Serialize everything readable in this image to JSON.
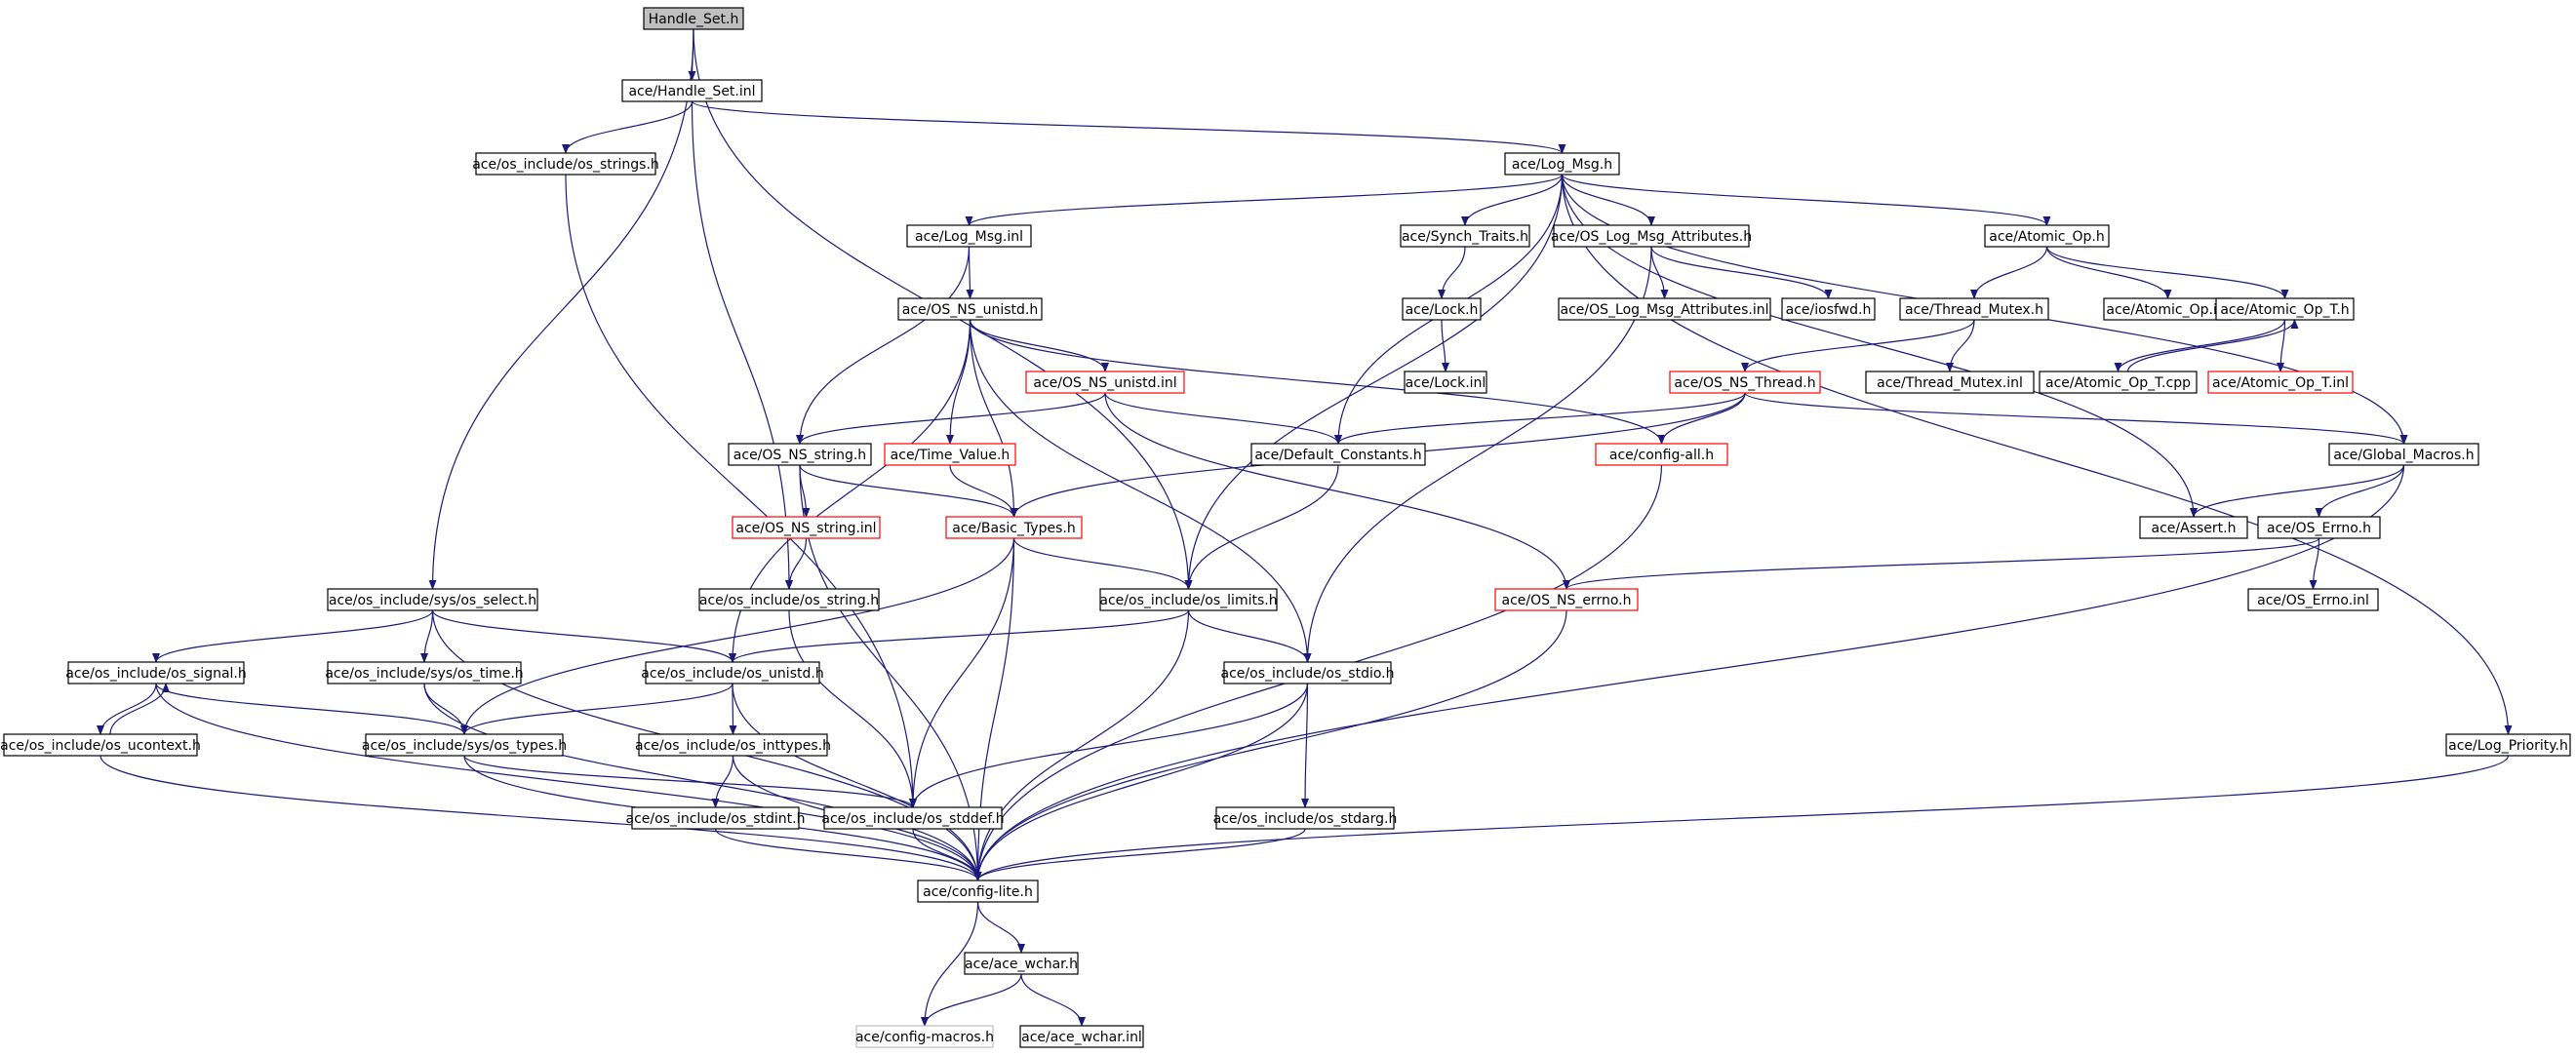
{
  "nodes": [
    {
      "id": "handle_set_h",
      "label": "Handle_Set.h",
      "style": "root"
    },
    {
      "id": "handle_set_inl",
      "label": "ace/Handle_Set.inl",
      "style": "normal"
    },
    {
      "id": "os_strings_h",
      "label": "ace/os_include/os_strings.h",
      "style": "normal"
    },
    {
      "id": "log_msg_h",
      "label": "ace/Log_Msg.h",
      "style": "normal"
    },
    {
      "id": "log_msg_inl",
      "label": "ace/Log_Msg.inl",
      "style": "normal"
    },
    {
      "id": "synch_traits_h",
      "label": "ace/Synch_Traits.h",
      "style": "normal"
    },
    {
      "id": "os_log_msg_attributes_h",
      "label": "ace/OS_Log_Msg_Attributes.h",
      "style": "normal"
    },
    {
      "id": "atomic_op_h",
      "label": "ace/Atomic_Op.h",
      "style": "normal"
    },
    {
      "id": "os_ns_unistd_h",
      "label": "ace/OS_NS_unistd.h",
      "style": "normal"
    },
    {
      "id": "lock_h",
      "label": "ace/Lock.h",
      "style": "normal"
    },
    {
      "id": "os_log_msg_attributes_inl",
      "label": "ace/OS_Log_Msg_Attributes.inl",
      "style": "normal"
    },
    {
      "id": "iosfwd_h",
      "label": "ace/iosfwd.h",
      "style": "normal"
    },
    {
      "id": "thread_mutex_h",
      "label": "ace/Thread_Mutex.h",
      "style": "normal"
    },
    {
      "id": "atomic_op_inl",
      "label": "ace/Atomic_Op.inl",
      "style": "normal"
    },
    {
      "id": "atomic_op_t_h",
      "label": "ace/Atomic_Op_T.h",
      "style": "normal"
    },
    {
      "id": "os_ns_unistd_inl",
      "label": "ace/OS_NS_unistd.inl",
      "style": "red"
    },
    {
      "id": "lock_inl",
      "label": "ace/Lock.inl",
      "style": "normal"
    },
    {
      "id": "os_ns_thread_h",
      "label": "ace/OS_NS_Thread.h",
      "style": "red"
    },
    {
      "id": "thread_mutex_inl",
      "label": "ace/Thread_Mutex.inl",
      "style": "normal"
    },
    {
      "id": "atomic_op_t_cpp",
      "label": "ace/Atomic_Op_T.cpp",
      "style": "normal"
    },
    {
      "id": "atomic_op_t_inl",
      "label": "ace/Atomic_Op_T.inl",
      "style": "red"
    },
    {
      "id": "os_ns_string_h",
      "label": "ace/OS_NS_string.h",
      "style": "normal"
    },
    {
      "id": "time_value_h",
      "label": "ace/Time_Value.h",
      "style": "red"
    },
    {
      "id": "default_constants_h",
      "label": "ace/Default_Constants.h",
      "style": "normal"
    },
    {
      "id": "config_all_h",
      "label": "ace/config-all.h",
      "style": "red"
    },
    {
      "id": "global_macros_h",
      "label": "ace/Global_Macros.h",
      "style": "normal"
    },
    {
      "id": "os_ns_string_inl",
      "label": "ace/OS_NS_string.inl",
      "style": "red"
    },
    {
      "id": "basic_types_h",
      "label": "ace/Basic_Types.h",
      "style": "red"
    },
    {
      "id": "assert_h",
      "label": "ace/Assert.h",
      "style": "normal"
    },
    {
      "id": "os_errno_h",
      "label": "ace/OS_Errno.h",
      "style": "normal"
    },
    {
      "id": "os_select_h",
      "label": "ace/os_include/sys/os_select.h",
      "style": "normal"
    },
    {
      "id": "os_string_h",
      "label": "ace/os_include/os_string.h",
      "style": "normal"
    },
    {
      "id": "os_limits_h",
      "label": "ace/os_include/os_limits.h",
      "style": "normal"
    },
    {
      "id": "os_ns_errno_h",
      "label": "ace/OS_NS_errno.h",
      "style": "red"
    },
    {
      "id": "os_errno_inl",
      "label": "ace/OS_Errno.inl",
      "style": "normal"
    },
    {
      "id": "os_signal_h",
      "label": "ace/os_include/os_signal.h",
      "style": "normal"
    },
    {
      "id": "os_time_h",
      "label": "ace/os_include/sys/os_time.h",
      "style": "normal"
    },
    {
      "id": "os_unistd_h",
      "label": "ace/os_include/os_unistd.h",
      "style": "normal"
    },
    {
      "id": "os_stdio_h",
      "label": "ace/os_include/os_stdio.h",
      "style": "normal"
    },
    {
      "id": "os_ucontext_h",
      "label": "ace/os_include/os_ucontext.h",
      "style": "normal"
    },
    {
      "id": "os_types_h",
      "label": "ace/os_include/sys/os_types.h",
      "style": "normal"
    },
    {
      "id": "os_inttypes_h",
      "label": "ace/os_include/os_inttypes.h",
      "style": "normal"
    },
    {
      "id": "log_priority_h",
      "label": "ace/Log_Priority.h",
      "style": "normal"
    },
    {
      "id": "os_stdint_h",
      "label": "ace/os_include/os_stdint.h",
      "style": "normal"
    },
    {
      "id": "os_stddef_h",
      "label": "ace/os_include/os_stddef.h",
      "style": "normal"
    },
    {
      "id": "os_stdarg_h",
      "label": "ace/os_include/os_stdarg.h",
      "style": "normal"
    },
    {
      "id": "config_lite_h",
      "label": "ace/config-lite.h",
      "style": "normal"
    },
    {
      "id": "ace_wchar_h",
      "label": "ace/ace_wchar.h",
      "style": "normal"
    },
    {
      "id": "config_macros_h",
      "label": "ace/config-macros.h",
      "style": "gray"
    },
    {
      "id": "ace_wchar_inl",
      "label": "ace/ace_wchar.inl",
      "style": "normal"
    }
  ],
  "edges": [
    [
      "handle_set_h",
      "handle_set_inl"
    ],
    [
      "handle_set_h",
      "os_select_h"
    ],
    [
      "handle_set_h",
      "os_limits_h"
    ],
    [
      "handle_set_inl",
      "os_strings_h"
    ],
    [
      "handle_set_inl",
      "log_msg_h"
    ],
    [
      "handle_set_inl",
      "os_string_h"
    ],
    [
      "os_strings_h",
      "os_stddef_h"
    ],
    [
      "log_msg_h",
      "log_msg_inl"
    ],
    [
      "log_msg_h",
      "default_constants_h"
    ],
    [
      "log_msg_h",
      "synch_traits_h"
    ],
    [
      "log_msg_h",
      "os_log_msg_attributes_h"
    ],
    [
      "log_msg_h",
      "atomic_op_h"
    ],
    [
      "log_msg_h",
      "os_limits_h"
    ],
    [
      "log_msg_h",
      "assert_h"
    ],
    [
      "log_msg_h",
      "global_macros_h"
    ],
    [
      "log_msg_h",
      "log_priority_h"
    ],
    [
      "log_msg_inl",
      "os_ns_unistd_h"
    ],
    [
      "log_msg_inl",
      "os_ns_string_h"
    ],
    [
      "synch_traits_h",
      "lock_h"
    ],
    [
      "lock_h",
      "lock_inl"
    ],
    [
      "os_log_msg_attributes_h",
      "os_log_msg_attributes_inl"
    ],
    [
      "os_log_msg_attributes_h",
      "iosfwd_h"
    ],
    [
      "os_log_msg_attributes_h",
      "os_stdio_h"
    ],
    [
      "atomic_op_h",
      "thread_mutex_h"
    ],
    [
      "atomic_op_h",
      "atomic_op_inl"
    ],
    [
      "atomic_op_h",
      "atomic_op_t_h"
    ],
    [
      "thread_mutex_h",
      "thread_mutex_inl"
    ],
    [
      "thread_mutex_h",
      "os_ns_thread_h"
    ],
    [
      "atomic_op_t_h",
      "atomic_op_t_cpp"
    ],
    [
      "atomic_op_t_h",
      "atomic_op_t_inl"
    ],
    [
      "atomic_op_t_cpp",
      "atomic_op_t_h"
    ],
    [
      "os_ns_thread_h",
      "default_constants_h"
    ],
    [
      "os_ns_thread_h",
      "config_all_h"
    ],
    [
      "os_ns_thread_h",
      "basic_types_h"
    ],
    [
      "os_ns_thread_h",
      "global_macros_h"
    ],
    [
      "os_ns_unistd_h",
      "os_ns_unistd_inl"
    ],
    [
      "os_ns_unistd_h",
      "time_value_h"
    ],
    [
      "os_ns_unistd_h",
      "basic_types_h"
    ],
    [
      "os_ns_unistd_h",
      "os_unistd_h"
    ],
    [
      "os_ns_unistd_h",
      "os_stdio_h"
    ],
    [
      "os_ns_unistd_h",
      "config_all_h"
    ],
    [
      "os_ns_unistd_inl",
      "os_ns_string_h"
    ],
    [
      "os_ns_unistd_inl",
      "default_constants_h"
    ],
    [
      "os_ns_unistd_inl",
      "os_ns_errno_h"
    ],
    [
      "os_ns_string_h",
      "os_ns_string_inl"
    ],
    [
      "os_ns_string_h",
      "basic_types_h"
    ],
    [
      "os_ns_string_h",
      "config_lite_h"
    ],
    [
      "os_ns_string_inl",
      "os_string_h"
    ],
    [
      "time_value_h",
      "basic_types_h"
    ],
    [
      "default_constants_h",
      "os_limits_h"
    ],
    [
      "basic_types_h",
      "os_limits_h"
    ],
    [
      "basic_types_h",
      "os_types_h"
    ],
    [
      "basic_types_h",
      "os_stddef_h"
    ],
    [
      "basic_types_h",
      "config_lite_h"
    ],
    [
      "config_all_h",
      "config_lite_h"
    ],
    [
      "global_macros_h",
      "assert_h"
    ],
    [
      "global_macros_h",
      "os_errno_h"
    ],
    [
      "global_macros_h",
      "config_lite_h"
    ],
    [
      "os_errno_h",
      "os_ns_errno_h"
    ],
    [
      "os_errno_h",
      "os_errno_inl"
    ],
    [
      "os_ns_errno_h",
      "config_lite_h"
    ],
    [
      "os_select_h",
      "os_signal_h"
    ],
    [
      "os_select_h",
      "os_time_h"
    ],
    [
      "os_select_h",
      "os_unistd_h"
    ],
    [
      "os_select_h",
      "config_lite_h"
    ],
    [
      "os_string_h",
      "os_stddef_h"
    ],
    [
      "os_limits_h",
      "os_unistd_h"
    ],
    [
      "os_limits_h",
      "os_stdio_h"
    ],
    [
      "os_limits_h",
      "config_lite_h"
    ],
    [
      "os_signal_h",
      "os_ucontext_h"
    ],
    [
      "os_signal_h",
      "os_types_h"
    ],
    [
      "os_signal_h",
      "config_lite_h"
    ],
    [
      "os_ucontext_h",
      "os_signal_h"
    ],
    [
      "os_ucontext_h",
      "config_lite_h"
    ],
    [
      "os_time_h",
      "os_types_h"
    ],
    [
      "os_time_h",
      "config_lite_h"
    ],
    [
      "os_unistd_h",
      "os_types_h"
    ],
    [
      "os_unistd_h",
      "os_inttypes_h"
    ],
    [
      "os_unistd_h",
      "config_lite_h"
    ],
    [
      "os_stdio_h",
      "os_stddef_h"
    ],
    [
      "os_stdio_h",
      "os_stdarg_h"
    ],
    [
      "os_stdio_h",
      "config_lite_h"
    ],
    [
      "os_types_h",
      "os_stddef_h"
    ],
    [
      "os_types_h",
      "config_lite_h"
    ],
    [
      "os_inttypes_h",
      "os_stdint_h"
    ],
    [
      "os_inttypes_h",
      "config_lite_h"
    ],
    [
      "os_stdint_h",
      "config_lite_h"
    ],
    [
      "os_stddef_h",
      "config_lite_h"
    ],
    [
      "os_stdarg_h",
      "config_lite_h"
    ],
    [
      "log_priority_h",
      "config_lite_h"
    ],
    [
      "config_lite_h",
      "ace_wchar_h"
    ],
    [
      "config_lite_h",
      "config_macros_h"
    ],
    [
      "ace_wchar_h",
      "config_macros_h"
    ],
    [
      "ace_wchar_h",
      "ace_wchar_inl"
    ]
  ],
  "colors": {
    "edge": "#1a1a7a",
    "node_border": "#000000",
    "node_border_red": "#ff0000",
    "node_border_gray": "#bfbfbf",
    "root_fill": "#bfbfbf",
    "node_fill": "#ffffff",
    "text": "#000000"
  }
}
